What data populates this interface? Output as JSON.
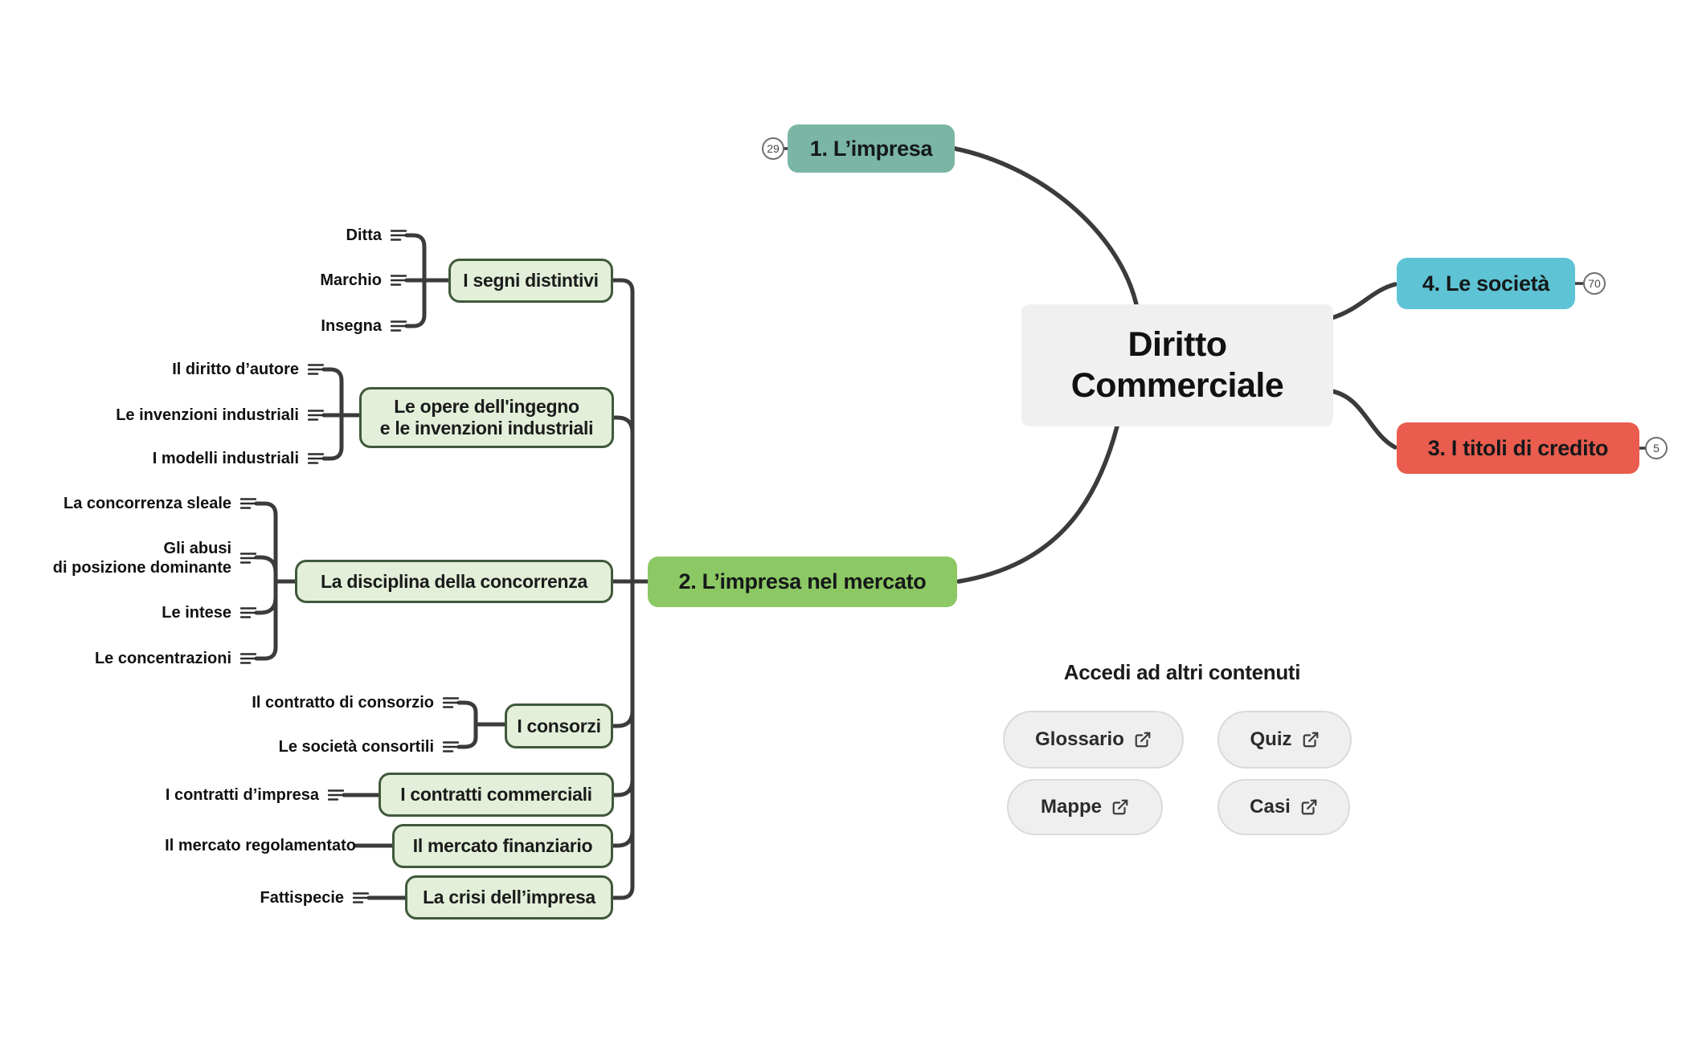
{
  "root": {
    "line1": "Diritto",
    "line2": "Commerciale"
  },
  "branches": {
    "impresa": {
      "label": "1. L’impresa",
      "badge": "29"
    },
    "mercato": {
      "label": "2. L’impresa nel mercato"
    },
    "titoli": {
      "label": "3. I titoli di credito",
      "badge": "5"
    },
    "societa": {
      "label": "4. Le società",
      "badge": "70"
    }
  },
  "subtopics": {
    "segni": {
      "label": "I segni distintivi"
    },
    "opere": {
      "line1": "Le opere dell'ingegno",
      "line2": "e le invenzioni industriali"
    },
    "disciplina": {
      "label": "La disciplina della concorrenza"
    },
    "consorzi": {
      "label": "I consorzi"
    },
    "contratti": {
      "label": "I contratti commerciali"
    },
    "mercato_finanziario": {
      "label": "Il mercato finanziario"
    },
    "crisi": {
      "label": "La crisi dell’impresa"
    }
  },
  "leaves": {
    "ditta": "Ditta",
    "marchio": "Marchio",
    "insegna": "Insegna",
    "diritto_autore": "Il diritto d’autore",
    "invenzioni": "Le invenzioni industriali",
    "modelli": "I modelli industriali",
    "concorrenza_sleale": "La concorrenza sleale",
    "abusi_line1": "Gli abusi",
    "abusi_line2": "di posizione dominante",
    "intese": "Le intese",
    "concentrazioni": "Le concentrazioni",
    "contratto_consorzio": "Il contratto di consorzio",
    "societa_consortili": "Le società consortili",
    "contratti_impresa": "I contratti d’impresa",
    "mercato_regolamentato": "Il mercato regolamentato",
    "fattispecie": "Fattispecie"
  },
  "footer": {
    "title": "Accedi ad altri contenuti",
    "glossario": "Glossario",
    "quiz": "Quiz",
    "mappe": "Mappe",
    "casi": "Casi"
  },
  "icons": {
    "leaf": "notes-lines-icon",
    "buttons": "external-link-icon"
  },
  "colors": {
    "branch_impresa": "#7ab5a5",
    "branch_societa": "#5ec4d5",
    "branch_titoli": "#e95c4e",
    "branch_mercato": "#8cc863",
    "subtopic_fill": "#e3efd9",
    "subtopic_border": "#40593a",
    "root_fill": "#f0f0f0",
    "connector": "#3b3b3b"
  }
}
